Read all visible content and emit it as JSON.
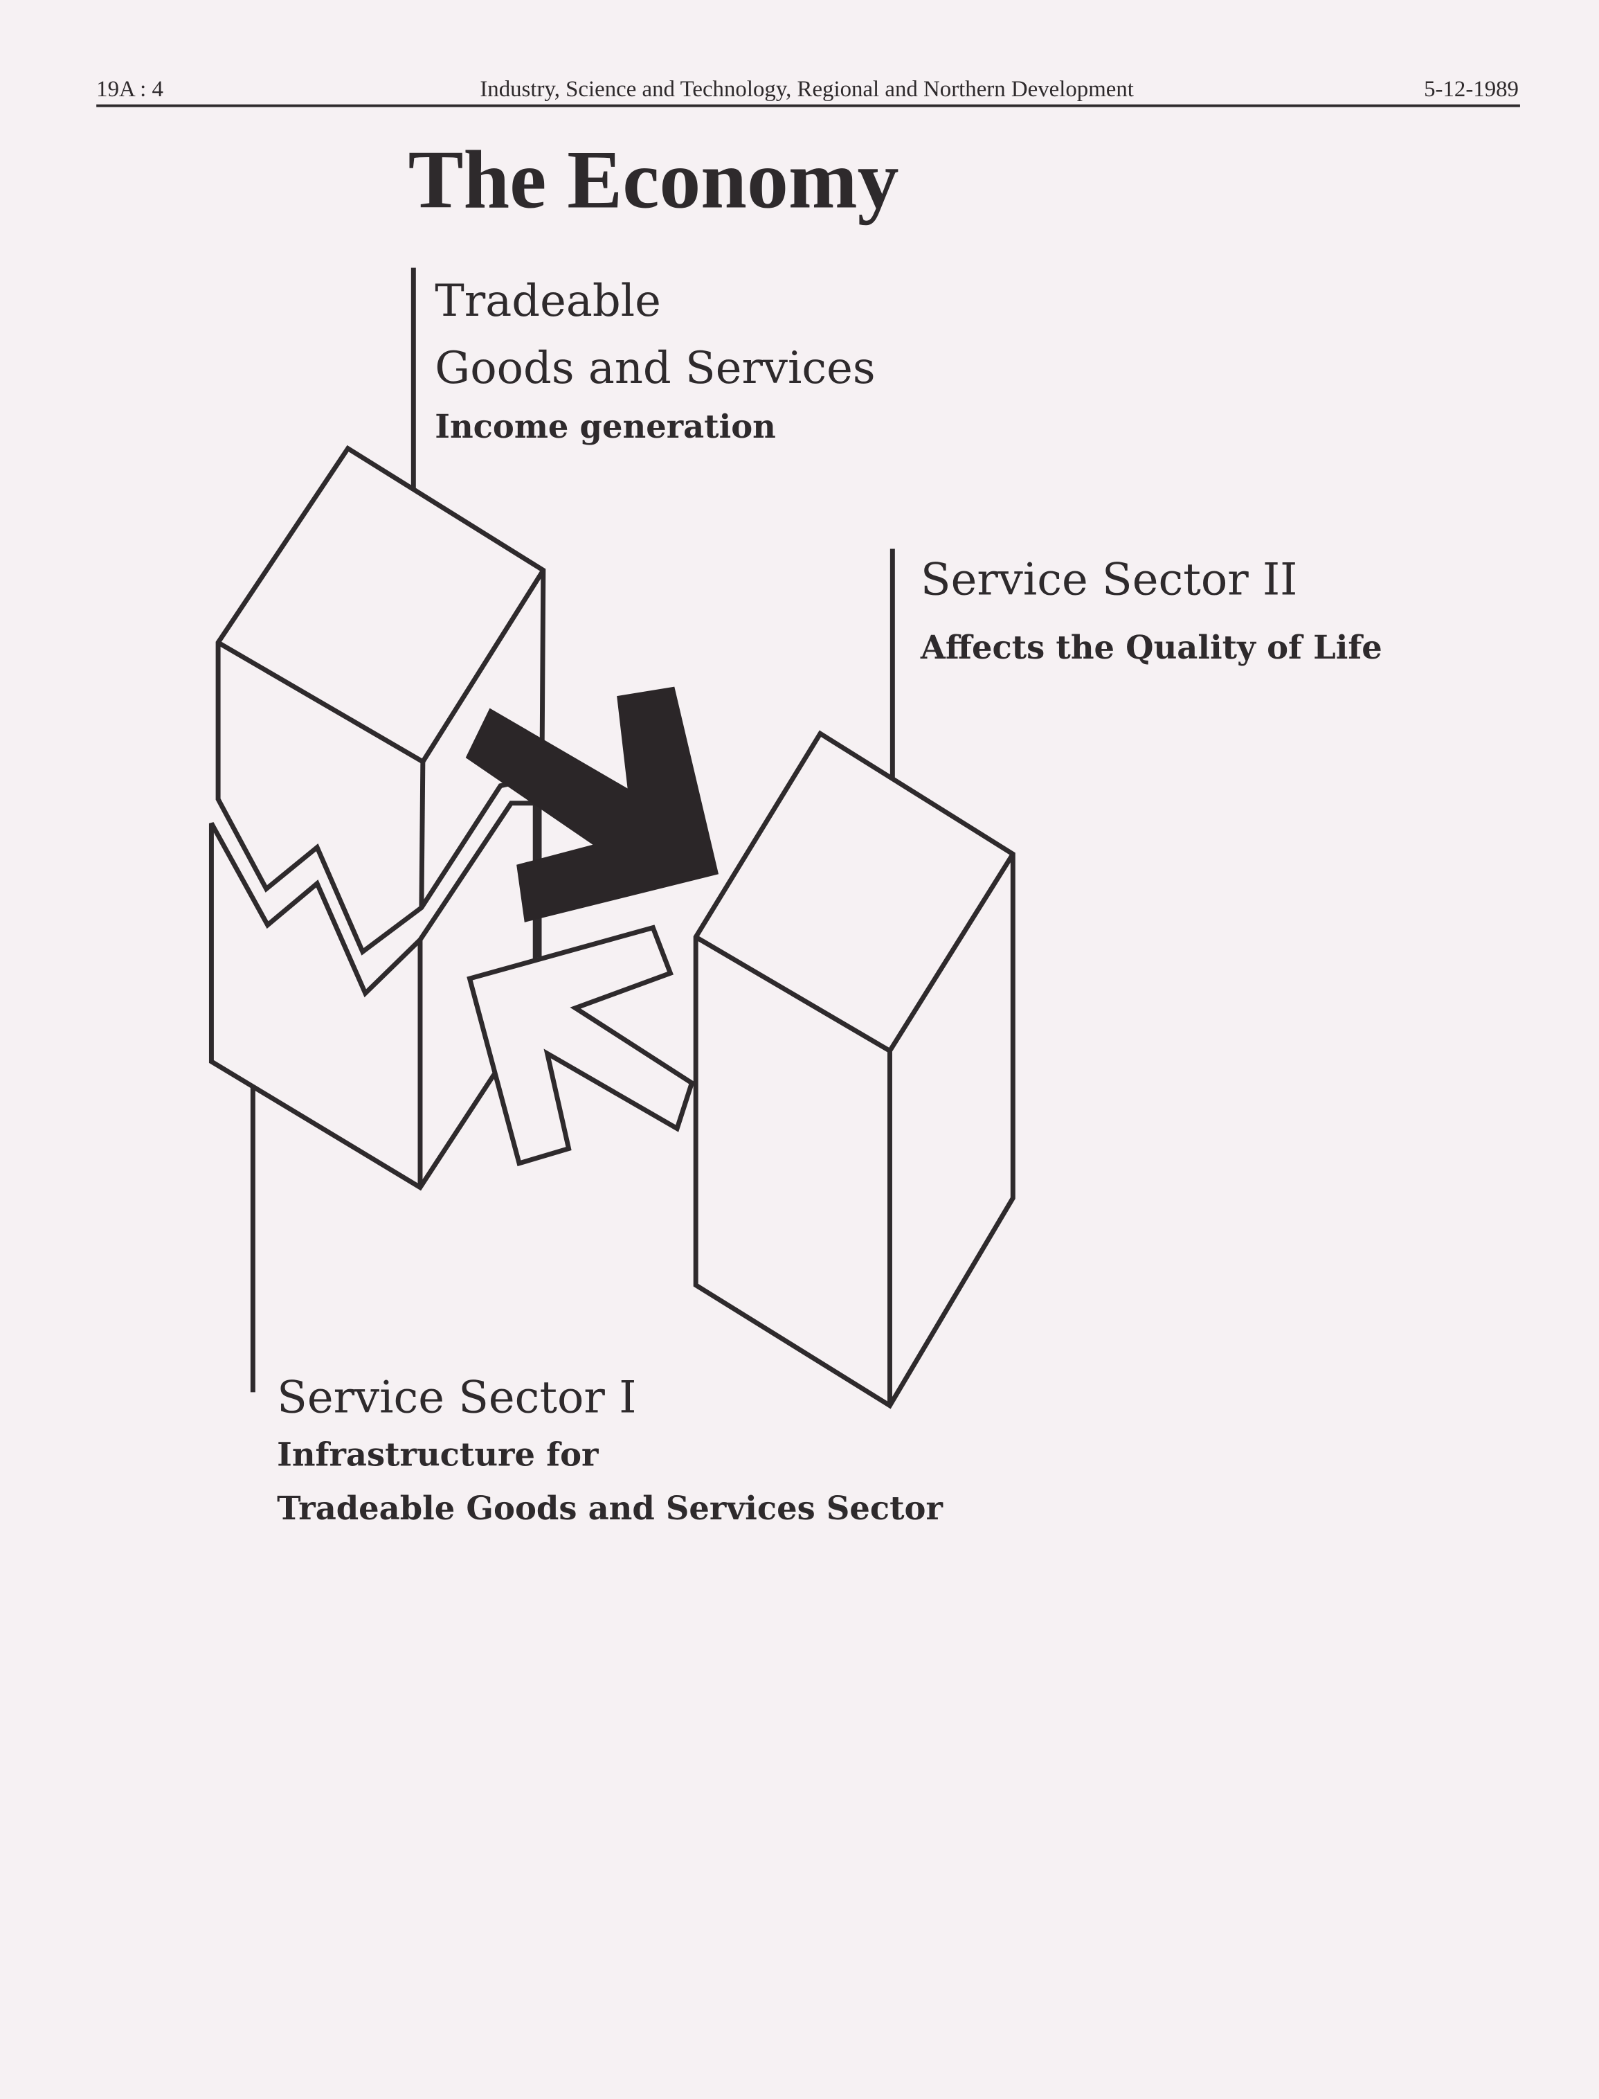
{
  "header": {
    "page_number": "19A : 4",
    "committee": "Industry, Science and Technology, Regional and Northern Development",
    "date": "5-12-1989"
  },
  "title": "The Economy",
  "diagram": {
    "tradeable": {
      "line1": "Tradeable",
      "line2": "Goods and Services",
      "subtitle": "Income generation"
    },
    "service_sector_2": {
      "label": "Service Sector II",
      "subtitle": "Affects the Quality of Life"
    },
    "service_sector_1": {
      "label": "Service Sector I",
      "subtitle_line1": "Infrastructure for",
      "subtitle_line2": "Tradeable Goods and Services Sector"
    }
  },
  "colors": {
    "ink": "#2e2a2c",
    "paper": "#f6f1f3"
  }
}
